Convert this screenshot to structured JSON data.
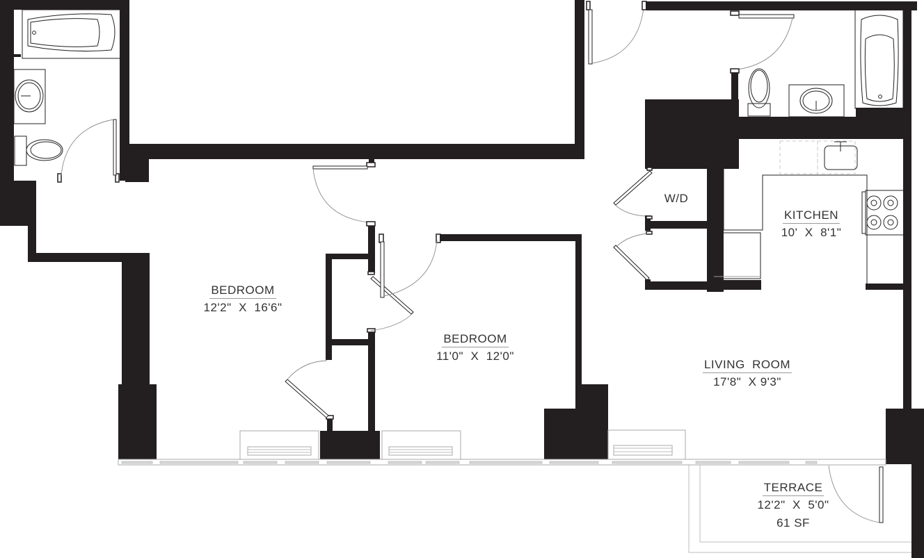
{
  "plan": {
    "type": "residential floor plan",
    "units": "feet-inches",
    "wall_color": "#231f20",
    "line_color": "#9a9a9a",
    "text_color": "#333333"
  },
  "rooms": {
    "bedroom1": {
      "name": "BEDROOM",
      "dimensions": "12'2\"  X  16'6\""
    },
    "bedroom2": {
      "name": "BEDROOM",
      "dimensions": "11'0\"  X  12'0\""
    },
    "living": {
      "name": "LIVING  ROOM",
      "dimensions": "17'8\"  X 9'3\""
    },
    "kitchen": {
      "name": "KITCHEN",
      "dimensions": "10'  X  8'1\""
    },
    "terrace": {
      "name": "TERRACE",
      "dimensions": "12'2\"  X  5'0\"",
      "area": "61 SF"
    },
    "laundry": {
      "name": "W/D"
    }
  },
  "fixtures": [
    "bathtub-west-bath",
    "sink-west-bath",
    "toilet-west-bath",
    "toilet-east-bath",
    "sink-east-bath",
    "bathtub-east-bath",
    "kitchen-sink",
    "range-4-burner",
    "refrigerator",
    "window-ac-unit-bedroom1",
    "window-ac-unit-bedroom2",
    "window-ac-unit-living"
  ]
}
